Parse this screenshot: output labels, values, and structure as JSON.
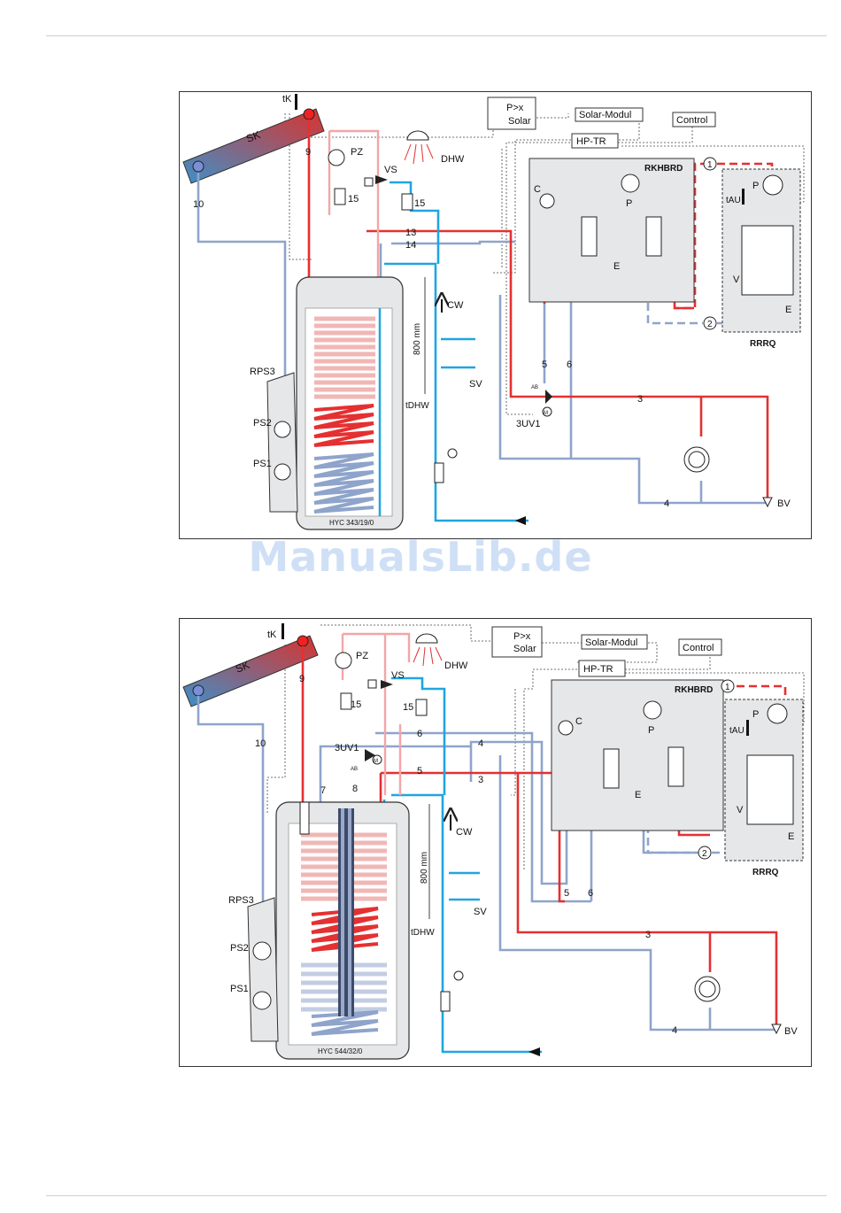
{
  "watermark": "ManualsLib.de",
  "colors": {
    "hot": "#e53031",
    "return": "#8fa4cb",
    "cold": "#21a5e0",
    "pink": "#f2a6a8",
    "unit_fill": "#e6e7e8"
  },
  "diagram1": {
    "tank_model": "HYC 343/19/0",
    "labels": {
      "tk": "tK",
      "sk": "SK",
      "pz": "PZ",
      "vs": "VS",
      "dhw": "DHW",
      "ps_box_line1": "P>x",
      "ps_box_line2": "Solar",
      "solar_modul": "Solar-Modul",
      "control": "Control",
      "hp_tr": "HP-TR",
      "rkhbrd": "RKHBRD",
      "rrrq": "RRRQ",
      "cw": "CW",
      "sv": "SV",
      "height": "800 mm",
      "tdhw": "tDHW",
      "rps3": "RPS3",
      "ps2": "PS2",
      "ps1": "PS1",
      "tau": "tAU",
      "uv1": "3UV1",
      "bv": "BV",
      "c": "C",
      "p": "P",
      "e": "E",
      "v": "V",
      "ab": "AB",
      "m": "M",
      "n1": "1",
      "n2": "2",
      "n3": "3",
      "n4": "4",
      "n5": "5",
      "n6": "6",
      "n9": "9",
      "n10": "10",
      "n13": "13",
      "n14": "14",
      "n15a": "15",
      "n15b": "15"
    }
  },
  "diagram2": {
    "tank_model": "HYC 544/32/0",
    "labels": {
      "tk": "tK",
      "sk": "SK",
      "pz": "PZ",
      "vs": "VS",
      "dhw": "DHW",
      "ps_box_line1": "P>x",
      "ps_box_line2": "Solar",
      "solar_modul": "Solar-Modul",
      "control": "Control",
      "hp_tr": "HP-TR",
      "rkhbrd": "RKHBRD",
      "rrrq": "RRRQ",
      "cw": "CW",
      "sv": "SV",
      "height": "800 mm",
      "tdhw": "tDHW",
      "rps3": "RPS3",
      "ps2": "PS2",
      "ps1": "PS1",
      "tau": "tAU",
      "uv1": "3UV1",
      "bv": "BV",
      "c": "C",
      "p": "P",
      "e": "E",
      "v": "V",
      "ab": "AB",
      "m": "M",
      "n1": "1",
      "n2": "2",
      "n3a": "3",
      "n3b": "3",
      "n4a": "4",
      "n4b": "4",
      "n5a": "5",
      "n5b": "5",
      "n6a": "6",
      "n6b": "6",
      "n7": "7",
      "n8": "8",
      "n9": "9",
      "n10": "10",
      "n15a": "15",
      "n15b": "15"
    }
  }
}
